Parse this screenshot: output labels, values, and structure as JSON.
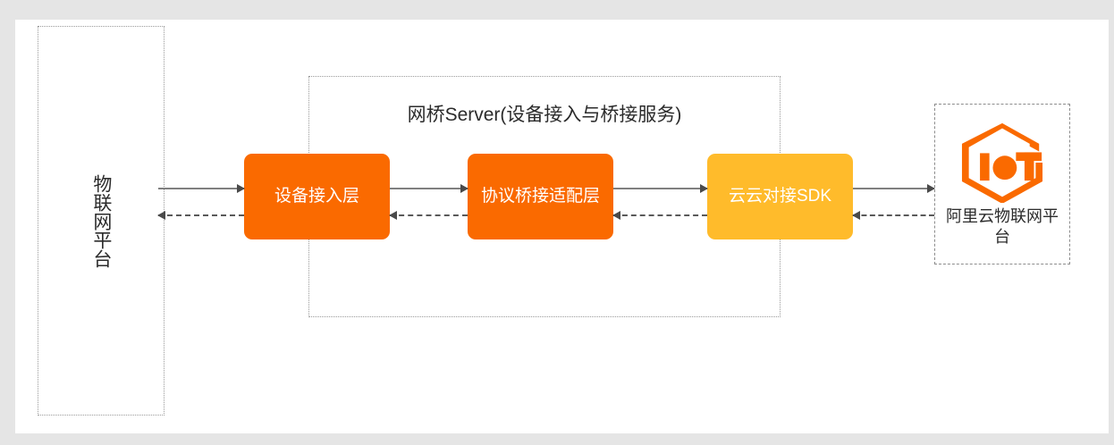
{
  "diagram": {
    "background_color": "#e5e5e5",
    "canvas_color": "#ffffff",
    "accent_orange": "#fa6a00",
    "accent_amber": "#ffbb2b",
    "left_platform": {
      "label": "物联网平台",
      "border_style": "dotted"
    },
    "bridge_server": {
      "title": "网桥Server(设备接入与桥接服务)",
      "border_style": "dotted",
      "nodes": [
        {
          "id": "device-access",
          "label": "设备接入层",
          "color": "#fa6a00",
          "text_color": "#ffffff"
        },
        {
          "id": "protocol-bridge",
          "label": "协议桥接适配层",
          "color": "#fa6a00",
          "text_color": "#ffffff"
        },
        {
          "id": "cloud-sdk",
          "label": "云云对接SDK",
          "color": "#ffbb2b",
          "text_color": "#ffffff"
        }
      ]
    },
    "cloud_platform": {
      "label": "阿里云物联网平台",
      "logo_name": "alibaba-cloud-iot-logo",
      "logo_color": "#fa6a00",
      "border_style": "dashed"
    },
    "connectors": {
      "forward": {
        "style": "solid",
        "direction": "right",
        "color": "#7f7f7f",
        "count": 4
      },
      "return": {
        "style": "dashed",
        "direction": "left",
        "color": "#5a5a5a",
        "count": 4
      }
    }
  }
}
